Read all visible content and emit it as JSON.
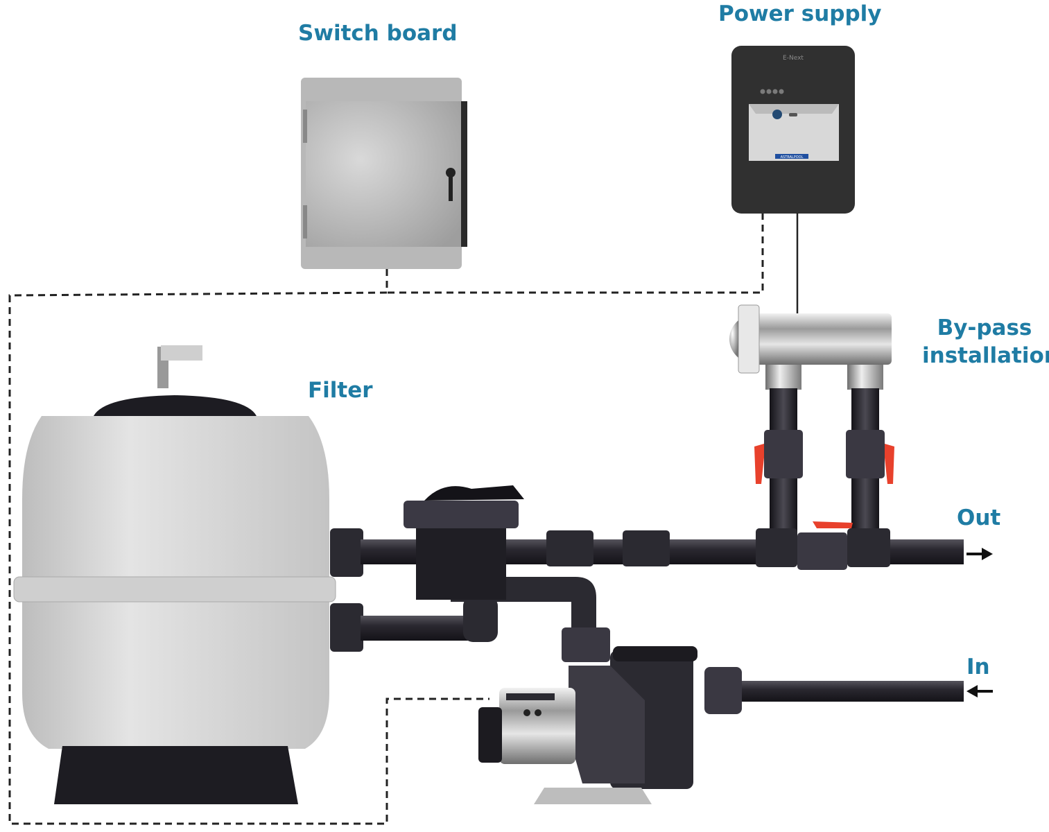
{
  "labels": {
    "switch_board": "Switch board",
    "power_supply": "Power supply",
    "bypass_line1": "By-pass",
    "bypass_line2": "installation",
    "filter": "Filter",
    "out": "Out",
    "in": "In"
  },
  "device": {
    "model": "E-Next",
    "brand": "ASTRALPOOL"
  },
  "colors": {
    "label": "#1f7ca4",
    "pipe": "#2d2b33",
    "valve_handle": "#e8412c",
    "wire": "#222222"
  },
  "icons": {
    "out_arrow": "arrow-right-icon",
    "in_arrow": "arrow-left-icon"
  }
}
